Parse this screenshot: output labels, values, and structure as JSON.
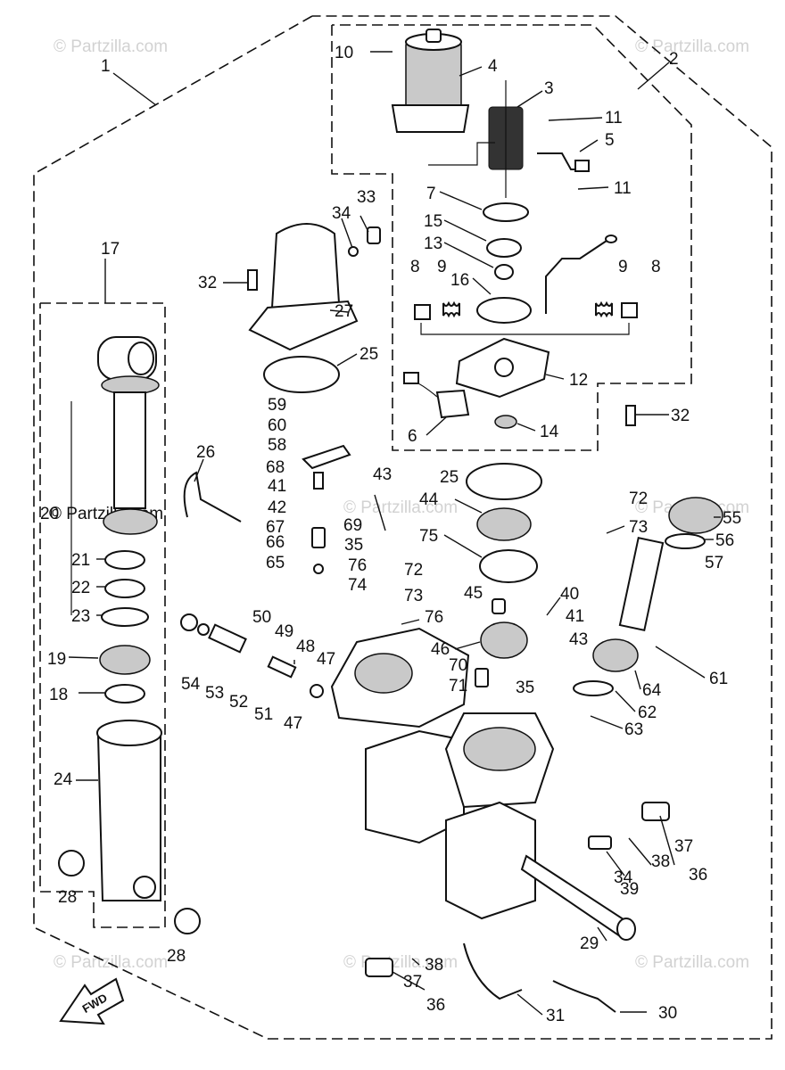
{
  "watermarks": [
    "© Partzilla.com",
    "© Partzilla.com",
    "© Partzilla.com",
    "© Partzilla.com",
    "© Partzilla.com",
    "© Partzilla.com",
    "© Partzilla.com",
    "© Partzilla.com"
  ],
  "fwd_label": "FWD",
  "callouts": [
    "1",
    "2",
    "3",
    "4",
    "5",
    "6",
    "7",
    "8",
    "8",
    "9",
    "9",
    "10",
    "11",
    "11",
    "12",
    "13",
    "14",
    "15",
    "16",
    "17",
    "18",
    "19",
    "20",
    "21",
    "22",
    "23",
    "24",
    "25",
    "25",
    "26",
    "27",
    "28",
    "28",
    "29",
    "30",
    "31",
    "32",
    "32",
    "33",
    "34",
    "34",
    "35",
    "35",
    "36",
    "36",
    "37",
    "37",
    "38",
    "38",
    "39",
    "40",
    "41",
    "41",
    "42",
    "43",
    "43",
    "44",
    "45",
    "46",
    "47",
    "47",
    "48",
    "49",
    "50",
    "51",
    "52",
    "53",
    "54",
    "55",
    "56",
    "57",
    "58",
    "59",
    "60",
    "61",
    "62",
    "63",
    "64",
    "65",
    "66",
    "67",
    "68",
    "69",
    "70",
    "71",
    "72",
    "72",
    "73",
    "73",
    "74",
    "75",
    "76",
    "76"
  ]
}
